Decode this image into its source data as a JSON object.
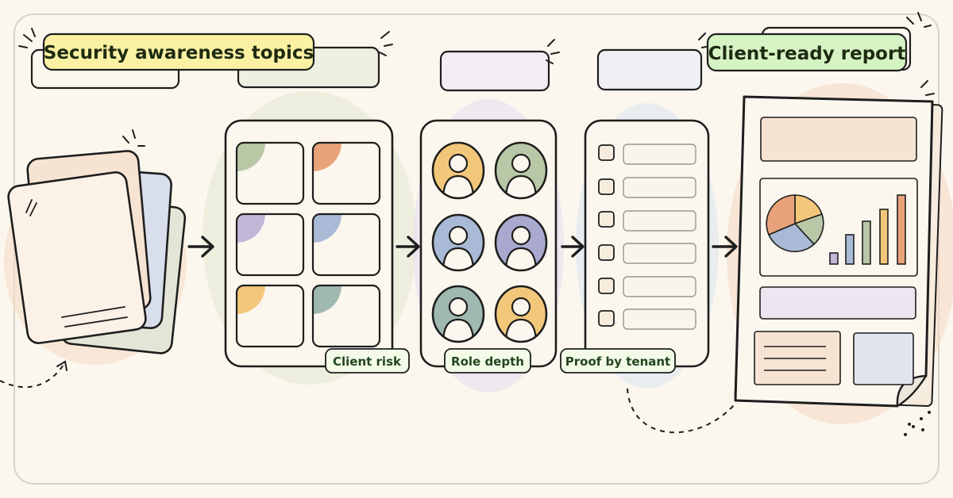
{
  "labels": {
    "left_title": "Security awareness topics",
    "right_title": "Client-ready report",
    "step_client_risk": "Client risk",
    "step_role_depth": "Role depth",
    "step_proof": "Proof by tenant"
  },
  "colors": {
    "background": "#fbf7ee",
    "ink": "#1e1e1e",
    "title_left_fill": "#fbf1a3",
    "title_right_fill": "#d6f3c4",
    "tag_fill": "#f3fbe8",
    "tag_text": "#24451f",
    "peach": "#f3c7a8",
    "sage": "#b8c7a6",
    "blue": "#a9bad6",
    "lavender": "#c3b7d8",
    "orange": "#e8a27a",
    "yellow": "#f3c77a",
    "teal": "#9fb8b0"
  },
  "icons": {
    "arrows": "right-arrow-icon",
    "people": "person-icon",
    "checklist": "checkbox-icon",
    "report": "document-icon"
  }
}
